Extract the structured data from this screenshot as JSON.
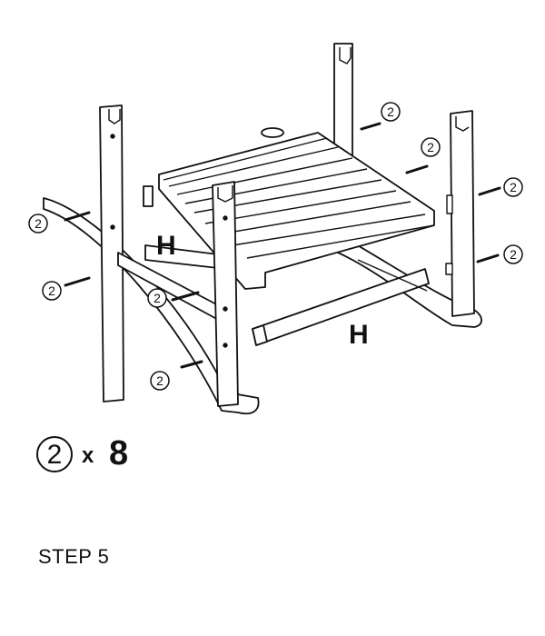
{
  "diagram": {
    "callout_number": "2",
    "part_label": "H",
    "quantity": {
      "part_number": "2",
      "multiplier": "x",
      "count": "8"
    },
    "step_label": "STEP 5"
  }
}
